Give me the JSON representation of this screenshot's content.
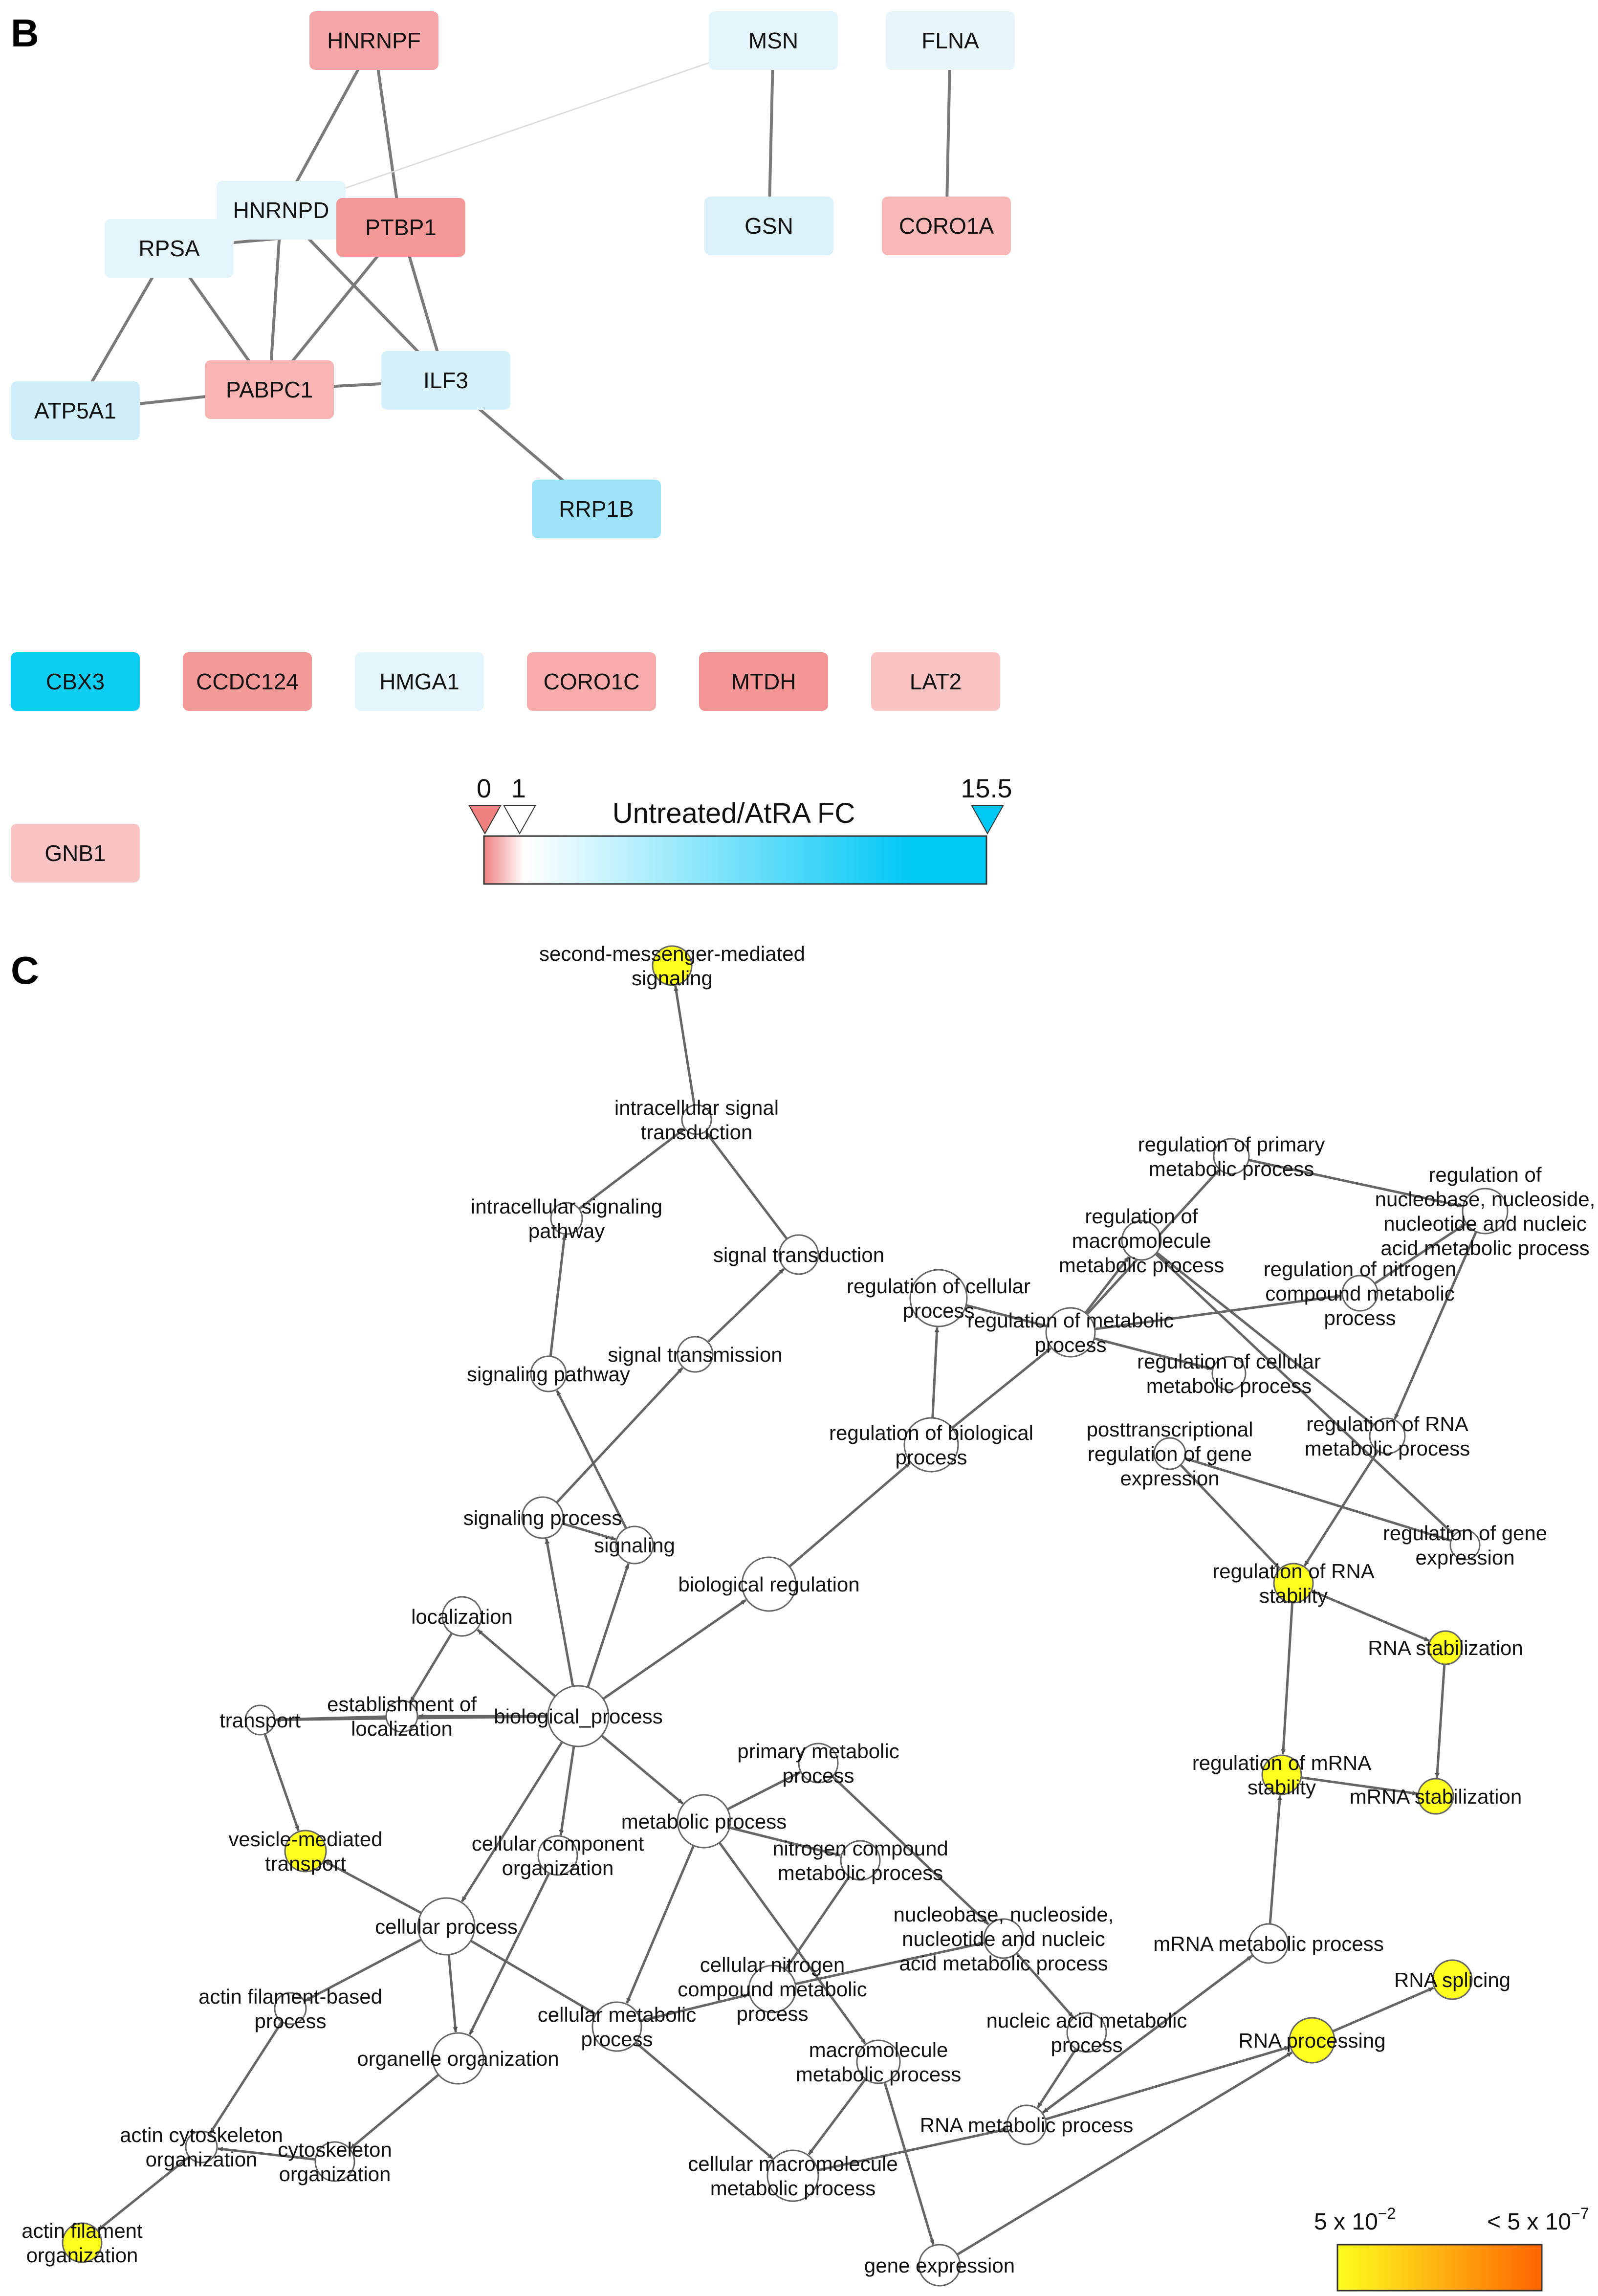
{
  "panel_b": {
    "label": "B",
    "nodes": [
      {
        "id": "HNRNPF",
        "label": "HNRNPF",
        "color": "#f5a5a5"
      },
      {
        "id": "MSN",
        "label": "MSN",
        "color": "#e3f4fb"
      },
      {
        "id": "FLNA",
        "label": "FLNA",
        "color": "#e8f6fc"
      },
      {
        "id": "HNRNPD",
        "label": "HNRNPD",
        "color": "#e3f4fb"
      },
      {
        "id": "PTBP1",
        "label": "PTBP1",
        "color": "#f59898"
      },
      {
        "id": "RPSA",
        "label": "RPSA",
        "color": "#e3f4fb"
      },
      {
        "id": "GSN",
        "label": "GSN",
        "color": "#daf1fa"
      },
      {
        "id": "CORO1A",
        "label": "CORO1A",
        "color": "#f8b8b8"
      },
      {
        "id": "ATP5A1",
        "label": "ATP5A1",
        "color": "#cdeef9"
      },
      {
        "id": "PABPC1",
        "label": "PABPC1",
        "color": "#f8b3b3"
      },
      {
        "id": "ILF3",
        "label": "ILF3",
        "color": "#d6f0fa"
      },
      {
        "id": "RRP1B",
        "label": "RRP1B",
        "color": "#9ee3f8"
      },
      {
        "id": "CBX3",
        "label": "CBX3",
        "color": "#0ecdf2"
      },
      {
        "id": "CCDC124",
        "label": "CCDC124",
        "color": "#f59898"
      },
      {
        "id": "HMGA1",
        "label": "HMGA1",
        "color": "#e3f4fb"
      },
      {
        "id": "CORO1C",
        "label": "CORO1C",
        "color": "#f8abab"
      },
      {
        "id": "MTDH",
        "label": "MTDH",
        "color": "#f59494"
      },
      {
        "id": "LAT2",
        "label": "LAT2",
        "color": "#fac4c4"
      },
      {
        "id": "GNB1",
        "label": "GNB1",
        "color": "#fac4c4"
      }
    ],
    "edges": [
      {
        "from": "HNRNPF",
        "to": "HNRNPD"
      },
      {
        "from": "HNRNPF",
        "to": "PTBP1"
      },
      {
        "from": "MSN",
        "to": "HNRNPD",
        "weak": true
      },
      {
        "from": "MSN",
        "to": "GSN"
      },
      {
        "from": "FLNA",
        "to": "CORO1A"
      },
      {
        "from": "HNRNPD",
        "to": "RPSA"
      },
      {
        "from": "HNRNPD",
        "to": "PABPC1"
      },
      {
        "from": "HNRNPD",
        "to": "ILF3"
      },
      {
        "from": "RPSA",
        "to": "PTBP1"
      },
      {
        "from": "RPSA",
        "to": "PABPC1"
      },
      {
        "from": "RPSA",
        "to": "ATP5A1"
      },
      {
        "from": "PTBP1",
        "to": "PABPC1"
      },
      {
        "from": "PTBP1",
        "to": "ILF3"
      },
      {
        "from": "PABPC1",
        "to": "ATP5A1"
      },
      {
        "from": "PABPC1",
        "to": "ILF3"
      },
      {
        "from": "ILF3",
        "to": "RRP1B"
      }
    ],
    "legend": {
      "title": "Untreated/AtRA FC",
      "tick_min": "0",
      "tick_mid": "1",
      "tick_max": "15.5",
      "color_min": "#f08080",
      "color_mid": "#ffffff",
      "color_max": "#00c8f5"
    }
  },
  "panel_c": {
    "label": "C",
    "nodes": [
      {
        "id": "smms",
        "lines": [
          "second-messenger-mediated",
          "signaling"
        ],
        "highlight": true
      },
      {
        "id": "ist",
        "lines": [
          "intracellular signal",
          "transduction"
        ]
      },
      {
        "id": "isp",
        "lines": [
          "intracellular signaling",
          "pathway"
        ]
      },
      {
        "id": "st",
        "lines": [
          "signal transduction"
        ]
      },
      {
        "id": "stm",
        "lines": [
          "signal transmission"
        ]
      },
      {
        "id": "sp",
        "lines": [
          "signaling pathway"
        ]
      },
      {
        "id": "spr",
        "lines": [
          "signaling process"
        ]
      },
      {
        "id": "sig",
        "lines": [
          "signaling"
        ]
      },
      {
        "id": "br",
        "lines": [
          "biological regulation"
        ]
      },
      {
        "id": "rbp",
        "lines": [
          "regulation of biological",
          "process"
        ]
      },
      {
        "id": "rcp",
        "lines": [
          "regulation of cellular",
          "process"
        ]
      },
      {
        "id": "rmp",
        "lines": [
          "regulation of metabolic",
          "process"
        ]
      },
      {
        "id": "rmmp",
        "lines": [
          "regulation of",
          "macromolecule",
          "metabolic process"
        ]
      },
      {
        "id": "rpmp",
        "lines": [
          "regulation of primary",
          "metabolic process"
        ]
      },
      {
        "id": "rnnn",
        "lines": [
          "regulation of",
          "nucleobase, nucleoside,",
          "nucleotide and nucleic",
          "acid metabolic process"
        ]
      },
      {
        "id": "rncmp",
        "lines": [
          "regulation of nitrogen",
          "compound metabolic",
          "process"
        ]
      },
      {
        "id": "rcmp",
        "lines": [
          "regulation of cellular",
          "metabolic process"
        ]
      },
      {
        "id": "ptrg",
        "lines": [
          "posttranscriptional",
          "regulation of gene",
          "expression"
        ]
      },
      {
        "id": "rrmp",
        "lines": [
          "regulation of RNA",
          "metabolic process"
        ]
      },
      {
        "id": "rge",
        "lines": [
          "regulation of gene",
          "expression"
        ]
      },
      {
        "id": "rrs",
        "lines": [
          "regulation of RNA",
          "stability"
        ],
        "highlight": true
      },
      {
        "id": "rstab",
        "lines": [
          "RNA stabilization"
        ],
        "highlight": true
      },
      {
        "id": "rms",
        "lines": [
          "regulation of mRNA",
          "stability"
        ],
        "highlight": true
      },
      {
        "id": "mstab",
        "lines": [
          "mRNA stabilization"
        ],
        "highlight": true
      },
      {
        "id": "mmp",
        "lines": [
          "mRNA metabolic process"
        ]
      },
      {
        "id": "rspl",
        "lines": [
          "RNA splicing"
        ],
        "highlight": true
      },
      {
        "id": "rproc",
        "lines": [
          "RNA processing"
        ],
        "highlight": true
      },
      {
        "id": "loc",
        "lines": [
          "localization"
        ]
      },
      {
        "id": "eol",
        "lines": [
          "establishment of",
          "localization"
        ]
      },
      {
        "id": "tr",
        "lines": [
          "transport"
        ]
      },
      {
        "id": "bp",
        "lines": [
          "biological_process"
        ]
      },
      {
        "id": "vmt",
        "lines": [
          "vesicle-mediated",
          "transport"
        ],
        "highlight": true
      },
      {
        "id": "ccp",
        "lines": [
          "cellular process"
        ]
      },
      {
        "id": "cco",
        "lines": [
          "cellular component",
          "organization"
        ]
      },
      {
        "id": "mp",
        "lines": [
          "metabolic process"
        ]
      },
      {
        "id": "pmp",
        "lines": [
          "primary metabolic",
          "process"
        ]
      },
      {
        "id": "ncmp",
        "lines": [
          "nitrogen compound",
          "metabolic process"
        ]
      },
      {
        "id": "nnnmp",
        "lines": [
          "nucleobase, nucleoside,",
          "nucleotide and nucleic",
          "acid metabolic process"
        ]
      },
      {
        "id": "cncmp",
        "lines": [
          "cellular nitrogen",
          "compound metabolic",
          "process"
        ]
      },
      {
        "id": "cmp",
        "lines": [
          "cellular metabolic",
          "process"
        ]
      },
      {
        "id": "nacmp",
        "lines": [
          "nucleic acid metabolic",
          "process"
        ]
      },
      {
        "id": "mmmp",
        "lines": [
          "macromolecule",
          "metabolic process"
        ]
      },
      {
        "id": "rnamp",
        "lines": [
          "RNA metabolic process"
        ]
      },
      {
        "id": "cmmp",
        "lines": [
          "cellular macromolecule",
          "metabolic process"
        ]
      },
      {
        "id": "ge",
        "lines": [
          "gene expression"
        ]
      },
      {
        "id": "afbp",
        "lines": [
          "actin filament-based",
          "process"
        ]
      },
      {
        "id": "oo",
        "lines": [
          "organelle organization"
        ]
      },
      {
        "id": "aco",
        "lines": [
          "actin cytoskeleton",
          "organization"
        ]
      },
      {
        "id": "co",
        "lines": [
          "cytoskeleton",
          "organization"
        ]
      },
      {
        "id": "afo",
        "lines": [
          "actin filament",
          "organization"
        ],
        "highlight": true
      }
    ],
    "edges": [
      [
        "ist",
        "smms"
      ],
      [
        "isp",
        "ist"
      ],
      [
        "st",
        "ist"
      ],
      [
        "sp",
        "isp"
      ],
      [
        "stm",
        "st"
      ],
      [
        "spr",
        "stm"
      ],
      [
        "sig",
        "sp"
      ],
      [
        "spr",
        "sig"
      ],
      [
        "bp",
        "spr"
      ],
      [
        "bp",
        "sig"
      ],
      [
        "bp",
        "br"
      ],
      [
        "br",
        "rbp"
      ],
      [
        "rbp",
        "rcp"
      ],
      [
        "rbp",
        "rmp"
      ],
      [
        "rcp",
        "rcmp"
      ],
      [
        "rmp",
        "rmmp"
      ],
      [
        "rmp",
        "rpmp"
      ],
      [
        "rmp",
        "rncmp"
      ],
      [
        "rmp",
        "rcmp"
      ],
      [
        "rpmp",
        "rnnn"
      ],
      [
        "rncmp",
        "rnnn"
      ],
      [
        "rmmp",
        "rrmp"
      ],
      [
        "rnnn",
        "rrmp"
      ],
      [
        "rmmp",
        "rge"
      ],
      [
        "rge",
        "ptrg"
      ],
      [
        "rrmp",
        "rrs"
      ],
      [
        "ptrg",
        "rrs"
      ],
      [
        "rrs",
        "rstab"
      ],
      [
        "rrs",
        "rms"
      ],
      [
        "rms",
        "mstab"
      ],
      [
        "rstab",
        "mstab"
      ],
      [
        "mmp",
        "rms"
      ],
      [
        "rnamp",
        "mmp"
      ],
      [
        "rproc",
        "rspl"
      ],
      [
        "rnamp",
        "rproc"
      ],
      [
        "ge",
        "rproc"
      ],
      [
        "bp",
        "loc"
      ],
      [
        "loc",
        "eol"
      ],
      [
        "bp",
        "eol"
      ],
      [
        "eol",
        "tr"
      ],
      [
        "bp",
        "tr"
      ],
      [
        "tr",
        "vmt"
      ],
      [
        "ccp",
        "vmt"
      ],
      [
        "bp",
        "ccp"
      ],
      [
        "bp",
        "cco"
      ],
      [
        "bp",
        "mp"
      ],
      [
        "mp",
        "pmp"
      ],
      [
        "mp",
        "ncmp"
      ],
      [
        "mp",
        "cmp"
      ],
      [
        "mp",
        "mmmp"
      ],
      [
        "pmp",
        "nnnmp"
      ],
      [
        "ncmp",
        "cncmp"
      ],
      [
        "cncmp",
        "nnnmp"
      ],
      [
        "cmp",
        "cncmp"
      ],
      [
        "nnnmp",
        "nacmp"
      ],
      [
        "nacmp",
        "rnamp"
      ],
      [
        "cmp",
        "cmmp"
      ],
      [
        "mmmp",
        "cmmp"
      ],
      [
        "cmmp",
        "rnamp"
      ],
      [
        "mmp",
        "rnamp"
      ],
      [
        "mmmp",
        "ge"
      ],
      [
        "ccp",
        "cmp"
      ],
      [
        "ccp",
        "oo"
      ],
      [
        "ccp",
        "afbp"
      ],
      [
        "cco",
        "oo"
      ],
      [
        "oo",
        "co"
      ],
      [
        "afbp",
        "aco"
      ],
      [
        "co",
        "aco"
      ],
      [
        "aco",
        "afo"
      ]
    ],
    "legend": {
      "min_label": "5 x 10",
      "min_exp": "−2",
      "max_label": "< 5 x 10",
      "max_exp": "−7",
      "color_min": "#ffff1e",
      "color_max": "#ff6400",
      "highlight_color": "#ffff1e"
    }
  }
}
